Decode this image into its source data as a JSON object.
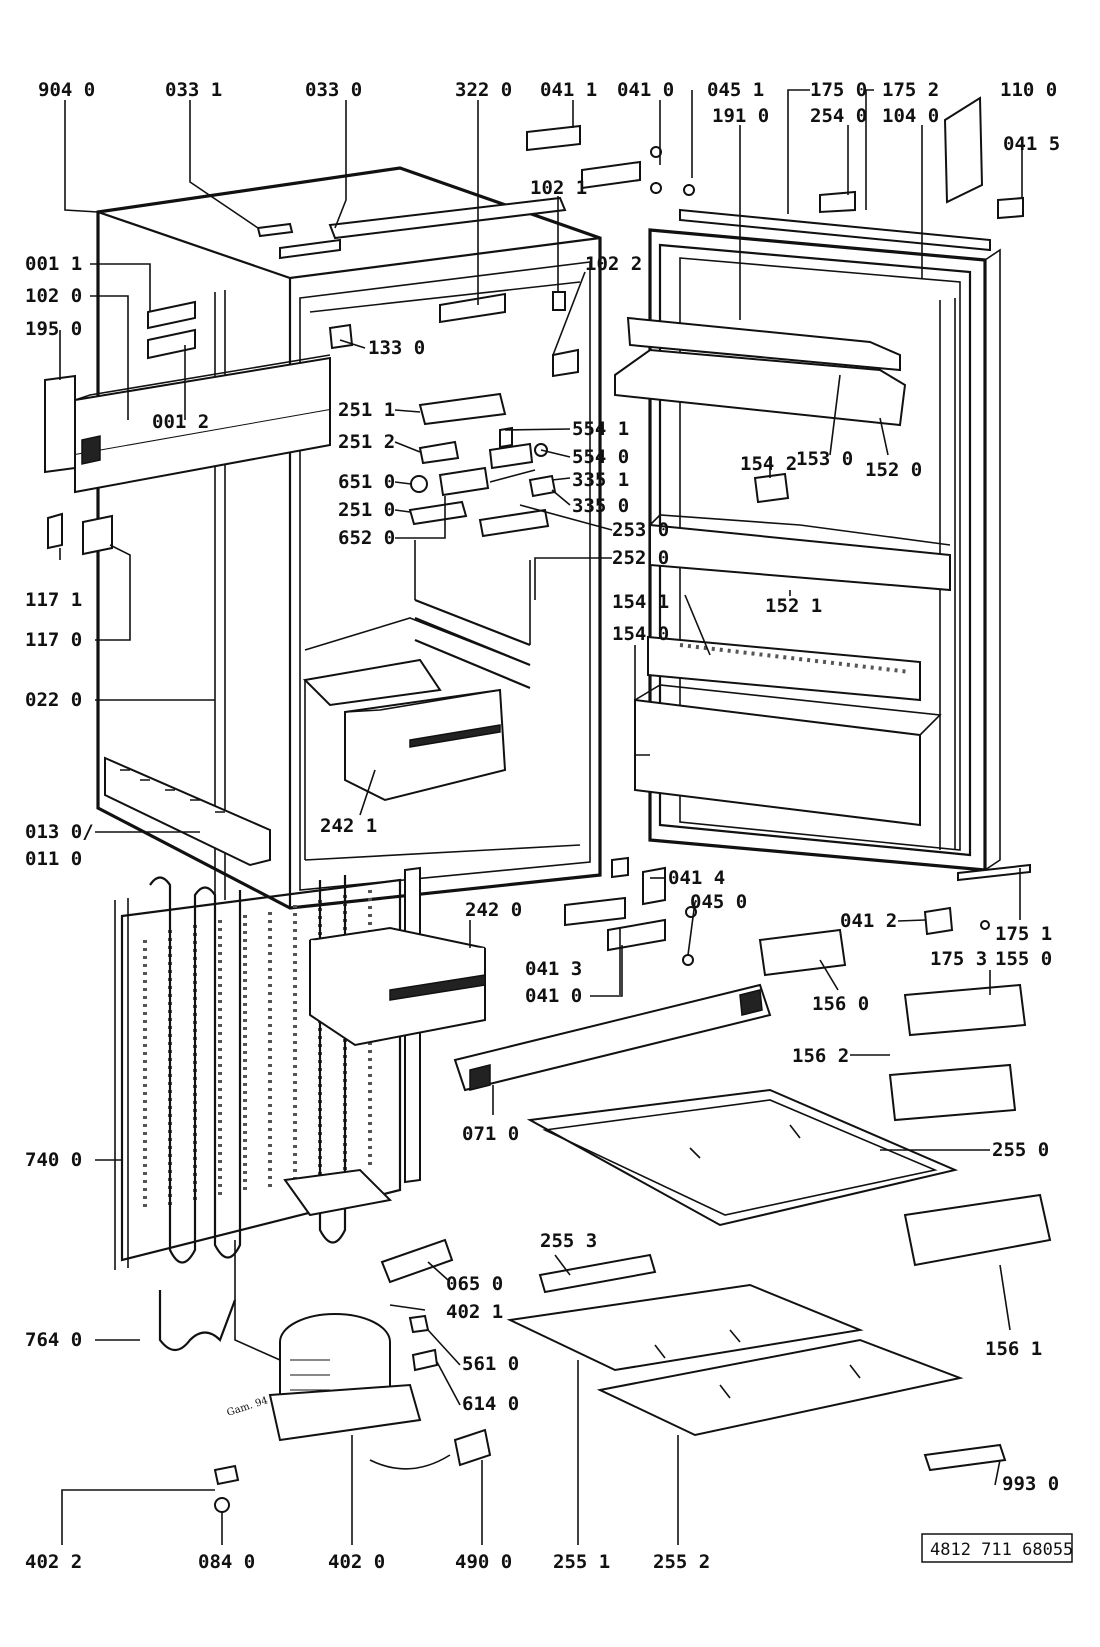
{
  "document_number": "4812 711 68055",
  "handwritten_note": "Gam. 94",
  "parts": [
    {
      "id": "904_0",
      "label": "904 0"
    },
    {
      "id": "033_1",
      "label": "033 1"
    },
    {
      "id": "033_0",
      "label": "033 0"
    },
    {
      "id": "322_0",
      "label": "322 0"
    },
    {
      "id": "041_1",
      "label": "041 1"
    },
    {
      "id": "041_0_top",
      "label": "041 0"
    },
    {
      "id": "045_1",
      "label": "045 1"
    },
    {
      "id": "191_0",
      "label": "191 0"
    },
    {
      "id": "175_0",
      "label": "175 0"
    },
    {
      "id": "254_0",
      "label": "254 0"
    },
    {
      "id": "175_2",
      "label": "175 2"
    },
    {
      "id": "104_0",
      "label": "104 0"
    },
    {
      "id": "110_0",
      "label": "110 0"
    },
    {
      "id": "041_5",
      "label": "041 5"
    },
    {
      "id": "102_1",
      "label": "102 1"
    },
    {
      "id": "001_1",
      "label": "001 1"
    },
    {
      "id": "102_0",
      "label": "102 0"
    },
    {
      "id": "195_0",
      "label": "195 0"
    },
    {
      "id": "102_2",
      "label": "102 2"
    },
    {
      "id": "133_0",
      "label": "133 0"
    },
    {
      "id": "001_2",
      "label": "001 2"
    },
    {
      "id": "251_1",
      "label": "251 1"
    },
    {
      "id": "554_1",
      "label": "554 1"
    },
    {
      "id": "251_2",
      "label": "251 2"
    },
    {
      "id": "554_0",
      "label": "554 0"
    },
    {
      "id": "153_0",
      "label": "153 0"
    },
    {
      "id": "152_0",
      "label": "152 0"
    },
    {
      "id": "154_2",
      "label": "154 2"
    },
    {
      "id": "651_0",
      "label": "651 0"
    },
    {
      "id": "335_1",
      "label": "335 1"
    },
    {
      "id": "251_0",
      "label": "251 0"
    },
    {
      "id": "335_0",
      "label": "335 0"
    },
    {
      "id": "652_0",
      "label": "652 0"
    },
    {
      "id": "253_0",
      "label": "253 0"
    },
    {
      "id": "252_0",
      "label": "252 0"
    },
    {
      "id": "117_1",
      "label": "117 1"
    },
    {
      "id": "152_1",
      "label": "152 1"
    },
    {
      "id": "154_1",
      "label": "154 1"
    },
    {
      "id": "154_0",
      "label": "154 0"
    },
    {
      "id": "117_0",
      "label": "117 0"
    },
    {
      "id": "022_0",
      "label": "022 0"
    },
    {
      "id": "242_1",
      "label": "242 1"
    },
    {
      "id": "013_0",
      "label": "013 0/"
    },
    {
      "id": "011_0",
      "label": "011 0"
    },
    {
      "id": "041_4",
      "label": "041 4"
    },
    {
      "id": "045_0",
      "label": "045 0"
    },
    {
      "id": "242_0",
      "label": "242 0"
    },
    {
      "id": "041_2",
      "label": "041 2"
    },
    {
      "id": "175_1",
      "label": "175 1"
    },
    {
      "id": "041_3",
      "label": "041 3"
    },
    {
      "id": "175_3",
      "label": "175 3"
    },
    {
      "id": "155_0",
      "label": "155 0"
    },
    {
      "id": "041_0_mid",
      "label": "041 0"
    },
    {
      "id": "156_0",
      "label": "156 0"
    },
    {
      "id": "156_2",
      "label": "156 2"
    },
    {
      "id": "071_0",
      "label": "071 0"
    },
    {
      "id": "255_0",
      "label": "255 0"
    },
    {
      "id": "740_0",
      "label": "740 0"
    },
    {
      "id": "255_3",
      "label": "255 3"
    },
    {
      "id": "065_0",
      "label": "065 0"
    },
    {
      "id": "402_1",
      "label": "402 1"
    },
    {
      "id": "764_0",
      "label": "764 0"
    },
    {
      "id": "561_0",
      "label": "561 0"
    },
    {
      "id": "156_1",
      "label": "156 1"
    },
    {
      "id": "614_0",
      "label": "614 0"
    },
    {
      "id": "993_0",
      "label": "993 0"
    },
    {
      "id": "402_2",
      "label": "402 2"
    },
    {
      "id": "084_0",
      "label": "084 0"
    },
    {
      "id": "402_0",
      "label": "402 0"
    },
    {
      "id": "490_0",
      "label": "490 0"
    },
    {
      "id": "255_1",
      "label": "255 1"
    },
    {
      "id": "255_2",
      "label": "255 2"
    }
  ]
}
